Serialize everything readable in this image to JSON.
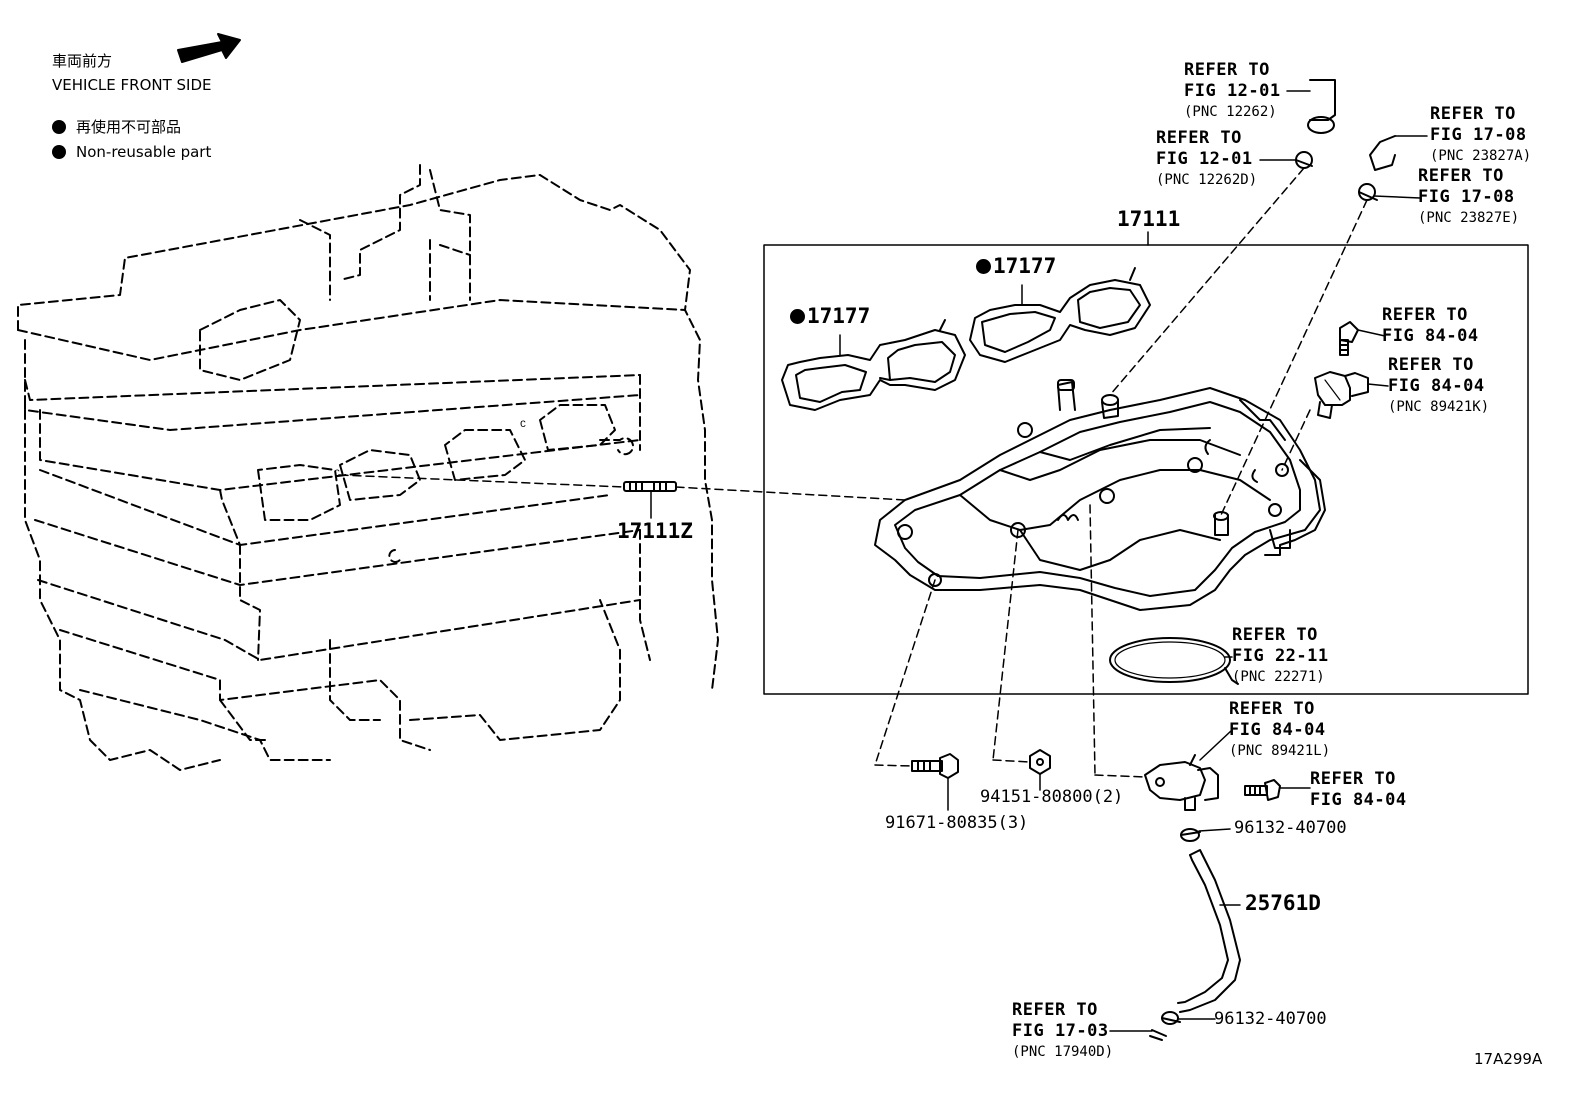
{
  "legend": {
    "front_jp": "車両前方",
    "front_en": "VEHICLE FRONT SIDE",
    "nonreuse_jp": "再使用不可部品",
    "nonreuse_en": "Non-reusable part"
  },
  "part_numbers": {
    "manifold": "17111",
    "gasket_a": "17177",
    "gasket_b": "17177",
    "stud": "17111Z",
    "bolt_a": "91671-80835(3)",
    "nut_a": "94151-80800(2)",
    "clip_top": "96132-40700",
    "hose": "25761D",
    "clip_bottom": "96132-40700"
  },
  "refs": {
    "r1": {
      "l1": "REFER TO",
      "l2": "FIG 12-01",
      "l3": "(PNC 12262)"
    },
    "r2": {
      "l1": "REFER TO",
      "l2": "FIG 12-01",
      "l3": "(PNC 12262D)"
    },
    "r3": {
      "l1": "REFER TO",
      "l2": "FIG 17-08",
      "l3": "(PNC 23827A)"
    },
    "r4": {
      "l1": "REFER TO",
      "l2": "FIG 17-08",
      "l3": "(PNC 23827E)"
    },
    "r5": {
      "l1": "REFER TO",
      "l2": "FIG 84-04"
    },
    "r6": {
      "l1": "REFER TO",
      "l2": "FIG 84-04",
      "l3": "(PNC 89421K)"
    },
    "r7": {
      "l1": "REFER TO",
      "l2": "FIG 22-11",
      "l3": "(PNC 22271)"
    },
    "r8": {
      "l1": "REFER TO",
      "l2": "FIG 84-04",
      "l3": "(PNC 89421L)"
    },
    "r9": {
      "l1": "REFER TO",
      "l2": "FIG 84-04"
    },
    "r10": {
      "l1": "REFER TO",
      "l2": "FIG 17-03",
      "l3": "(PNC 17940D)"
    }
  },
  "drawing_code": "17A299A"
}
